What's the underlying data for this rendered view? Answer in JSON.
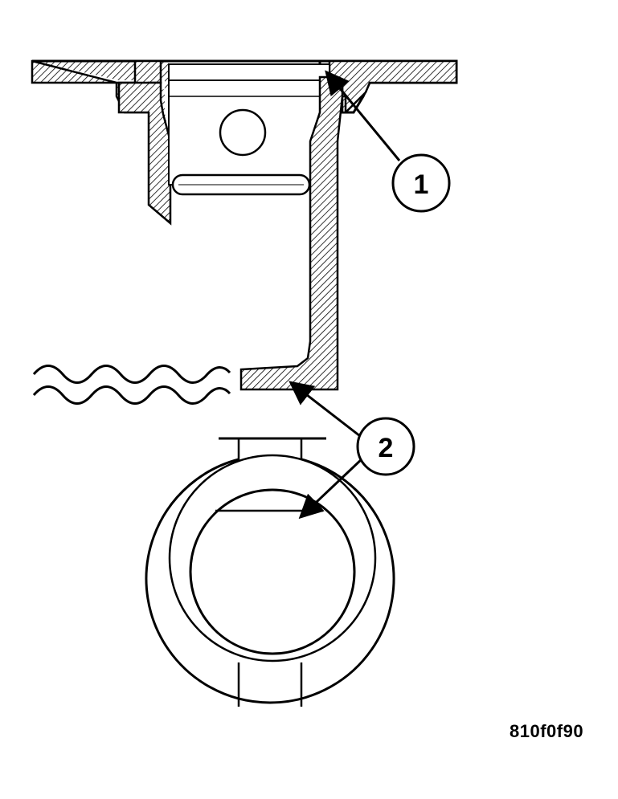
{
  "figure": {
    "callouts": [
      {
        "label": "1"
      },
      {
        "label": "2"
      }
    ],
    "figure_id": "810f0f90"
  }
}
